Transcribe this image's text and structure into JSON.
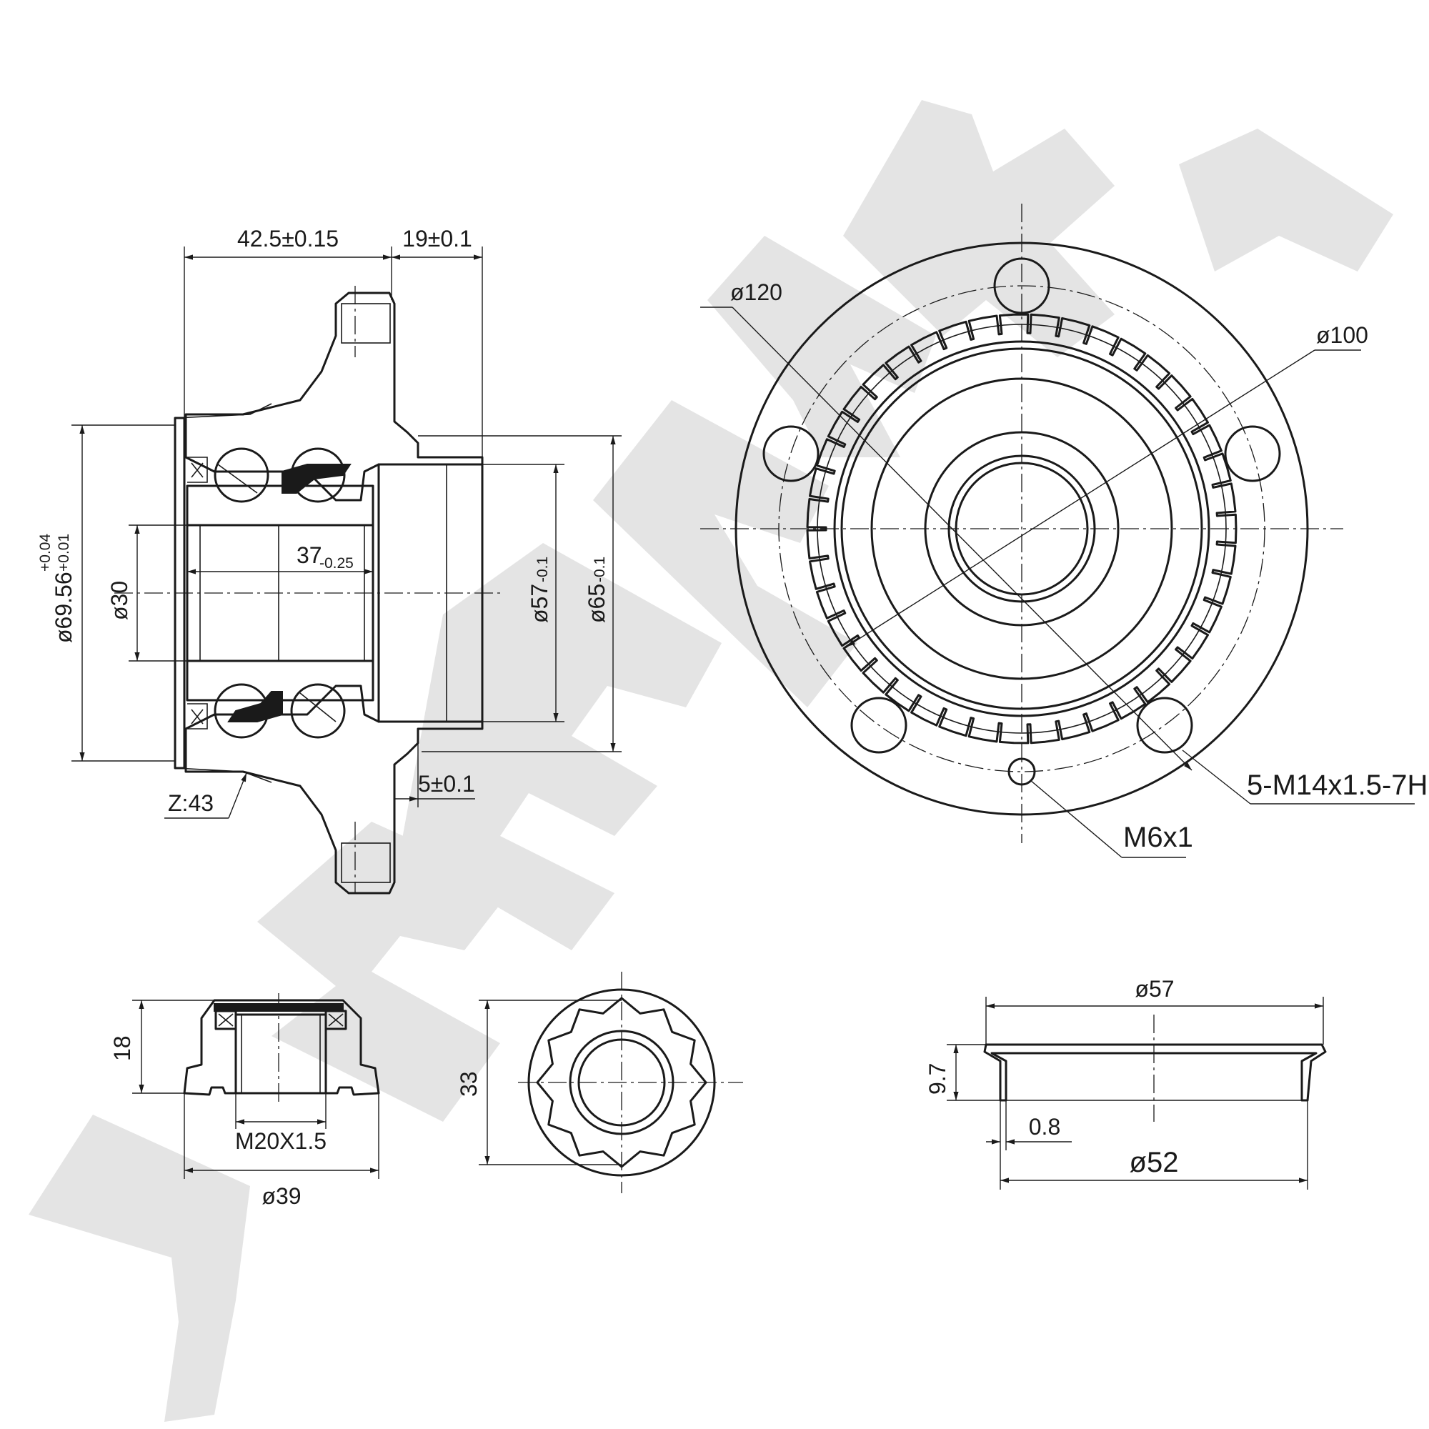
{
  "hub_section": {
    "dim_width_left": "42.5±0.15",
    "dim_width_right": "19±0.1",
    "dim_bore_outer": "ø69.56",
    "dim_bore_outer_tol_upper": "+0.04",
    "dim_bore_outer_tol_lower": "+0.01",
    "dim_inner_bore": "ø30",
    "dim_bearing_width": "37",
    "dim_bearing_width_tol": "-0.25",
    "dim_pilot_inner": "ø57",
    "dim_pilot_inner_tol": "-0.1",
    "dim_pilot_outer": "ø65",
    "dim_pilot_outer_tol": "-0.1",
    "dim_offset": "5±0.1",
    "teeth_label": "Z:43"
  },
  "hub_front": {
    "dim_pcd": "ø120",
    "dim_center_ring": "ø100",
    "stud_spec": "5-M14x1.5-7H",
    "screw_spec": "M6x1"
  },
  "nut": {
    "dim_height": "18",
    "thread": "M20X1.5",
    "dim_diameter": "ø39",
    "dim_across_flats": "33"
  },
  "cap": {
    "dim_outer": "ø57",
    "dim_height": "9.7",
    "dim_wall": "0.8",
    "dim_inner": "ø52"
  },
  "watermark": "ZENTEK"
}
